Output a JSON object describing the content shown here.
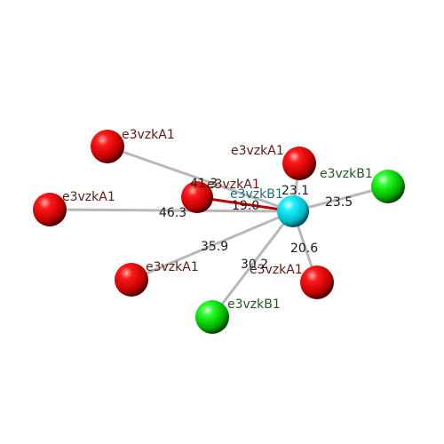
{
  "colors": {
    "red_atom": "#e00000",
    "green_atom": "#10d010",
    "cyan_atom": "#00d8e8",
    "bond": "#b8b8b8",
    "highlight_bond": "#c00000"
  },
  "center": {
    "label": "e3vzkB1",
    "color": "cyan"
  },
  "neighbors": [
    {
      "label": "e3vzkA1",
      "color": "red",
      "distance": "41.3"
    },
    {
      "label": "e3vzkA1",
      "color": "red",
      "distance": "46.3"
    },
    {
      "label": "e3vzkA1",
      "color": "red",
      "distance": "19.0",
      "highlight": true
    },
    {
      "label": "e3vzkA1",
      "color": "red",
      "distance": "23.1"
    },
    {
      "label": "e3vzkB1",
      "color": "green",
      "distance": "23.5"
    },
    {
      "label": "e3vzkA1",
      "color": "red",
      "distance": "35.9"
    },
    {
      "label": "e3vzkA1",
      "color": "red",
      "distance": "20.6"
    },
    {
      "label": "e3vzkB1",
      "color": "green",
      "distance": "30.2"
    }
  ]
}
